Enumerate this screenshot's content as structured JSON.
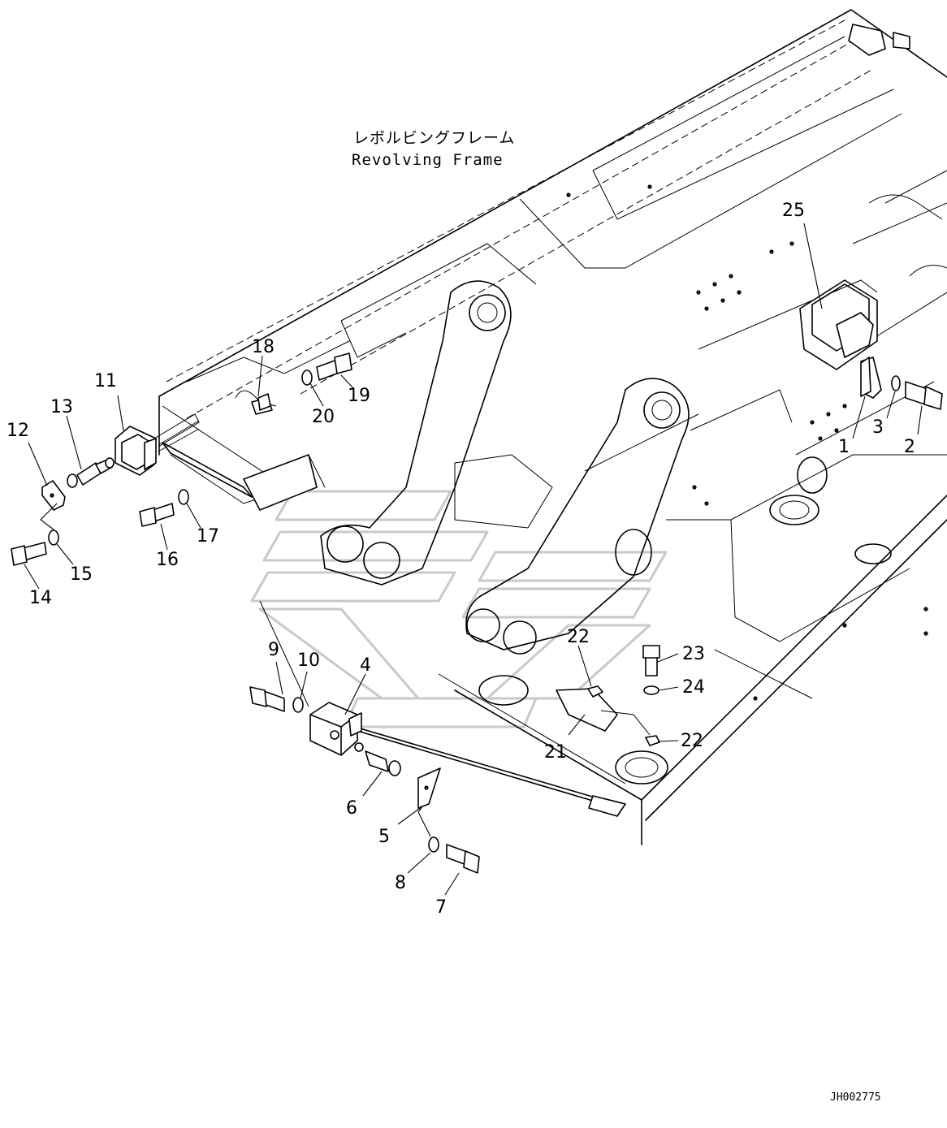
{
  "frame_label": {
    "japanese": "レボルビングフレーム",
    "english": "Revolving Frame"
  },
  "drawing_id": "JH002775",
  "callouts": [
    "1",
    "2",
    "3",
    "4",
    "5",
    "6",
    "7",
    "8",
    "9",
    "10",
    "11",
    "12",
    "13",
    "14",
    "15",
    "16",
    "17",
    "18",
    "19",
    "20",
    "21",
    "22",
    "22",
    "23",
    "24",
    "25"
  ]
}
